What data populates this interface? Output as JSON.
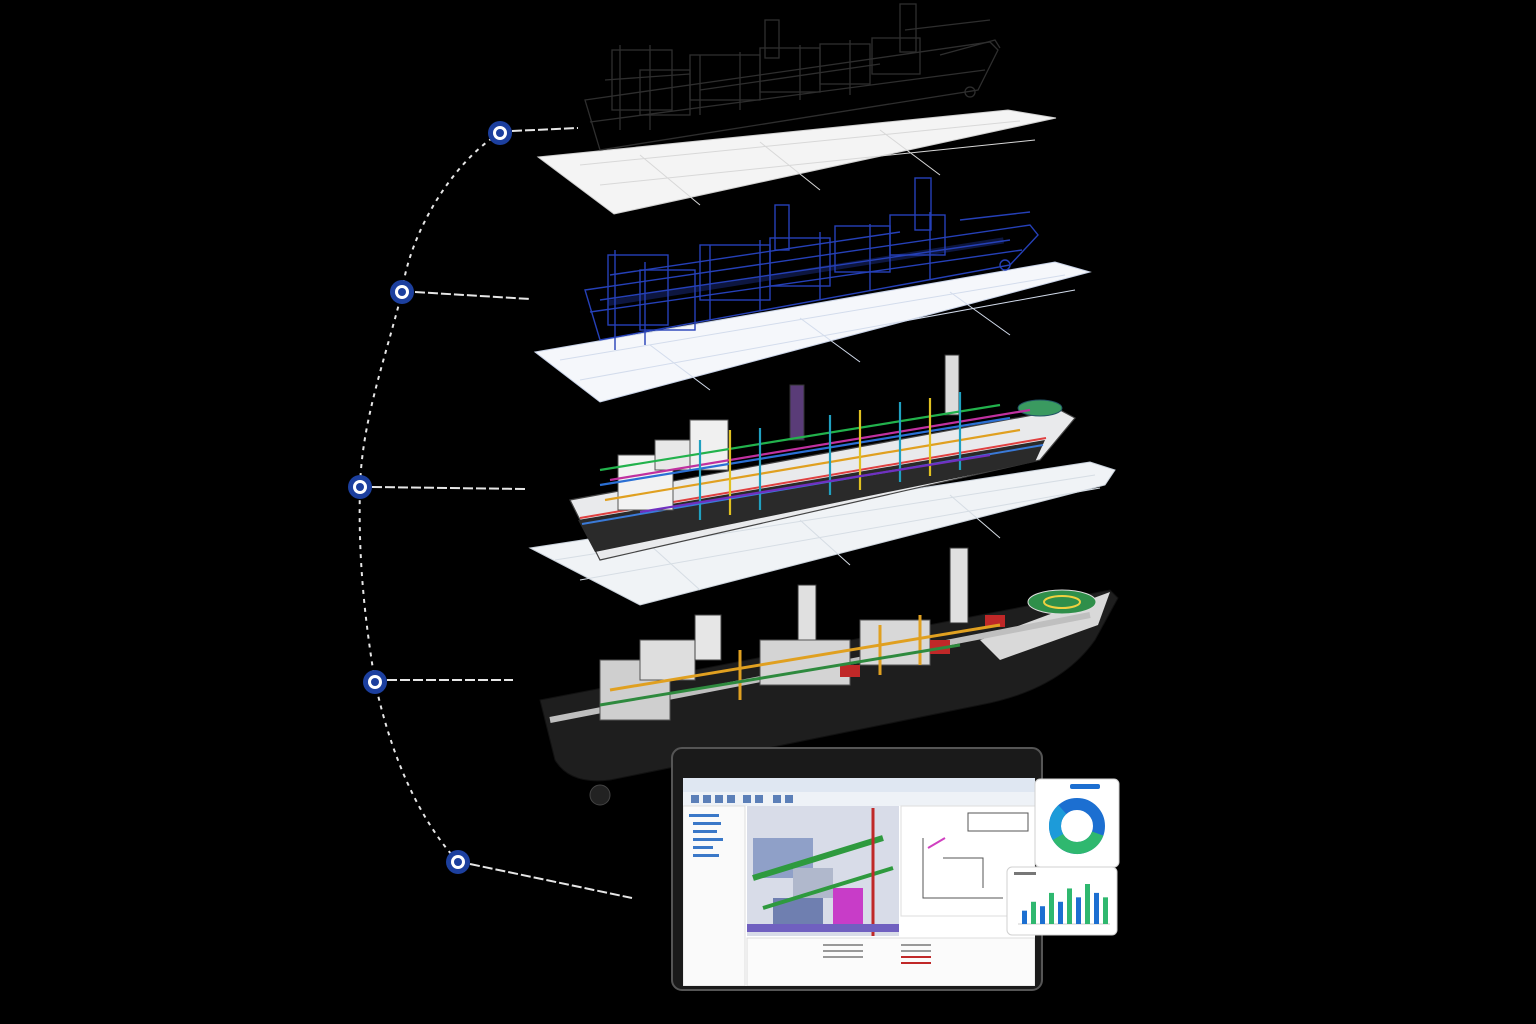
{
  "timeline": {
    "nodes": [
      {
        "id": "stage-1",
        "label": ""
      },
      {
        "id": "stage-2",
        "label": ""
      },
      {
        "id": "stage-3",
        "label": ""
      },
      {
        "id": "stage-4",
        "label": ""
      },
      {
        "id": "stage-5",
        "label": ""
      }
    ]
  },
  "colors": {
    "background": "#000000",
    "node": "#1c3f9e",
    "connector": "#e6e6e6",
    "wire_sketch": "#3a3a3a",
    "wire_blue": "#2540b8",
    "hull_dark": "#1e1e1e",
    "helipad": "#2f8f4a",
    "accent_orange": "#e0a020",
    "donut_blue": "#1c6fd1",
    "donut_green": "#2fb86f"
  },
  "panels": {
    "donut_title": "",
    "bar_title": "",
    "bar_values": [
      3,
      5,
      4,
      7,
      5,
      8,
      6,
      9,
      7,
      6
    ]
  }
}
